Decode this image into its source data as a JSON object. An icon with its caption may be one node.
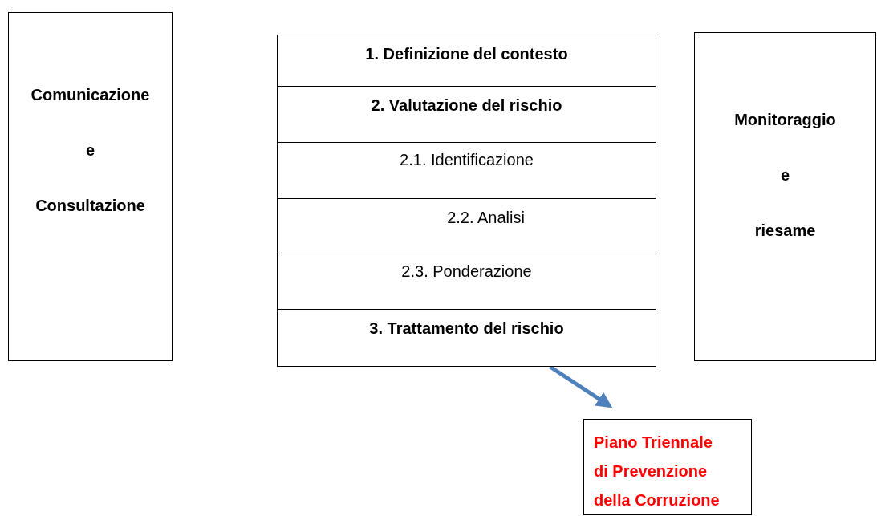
{
  "diagram": {
    "nodes": [
      {
        "text": [
          "Comunicazione",
          "e",
          "Consultazione"
        ]
      },
      {
        "text": [
          "1. Definizione del contesto"
        ]
      },
      {
        "text": [
          "2. Valutazione del rischio"
        ]
      },
      {
        "text": [
          "2.1. Identificazione"
        ]
      },
      {
        "text": [
          "2.2. Analisi"
        ]
      },
      {
        "text": [
          "2.3. Ponderazione"
        ]
      },
      {
        "text": [
          "3. Trattamento del rischio"
        ]
      },
      {
        "text": [
          "Monitoraggio",
          "e",
          "riesame"
        ]
      },
      {
        "text": [
          "Piano Triennale",
          "di Prevenzione",
          "della Corruzione"
        ]
      }
    ],
    "edges": [
      {
        "from": 6,
        "to": 8,
        "arrow": "to",
        "color": "#4f81bd"
      }
    ]
  }
}
